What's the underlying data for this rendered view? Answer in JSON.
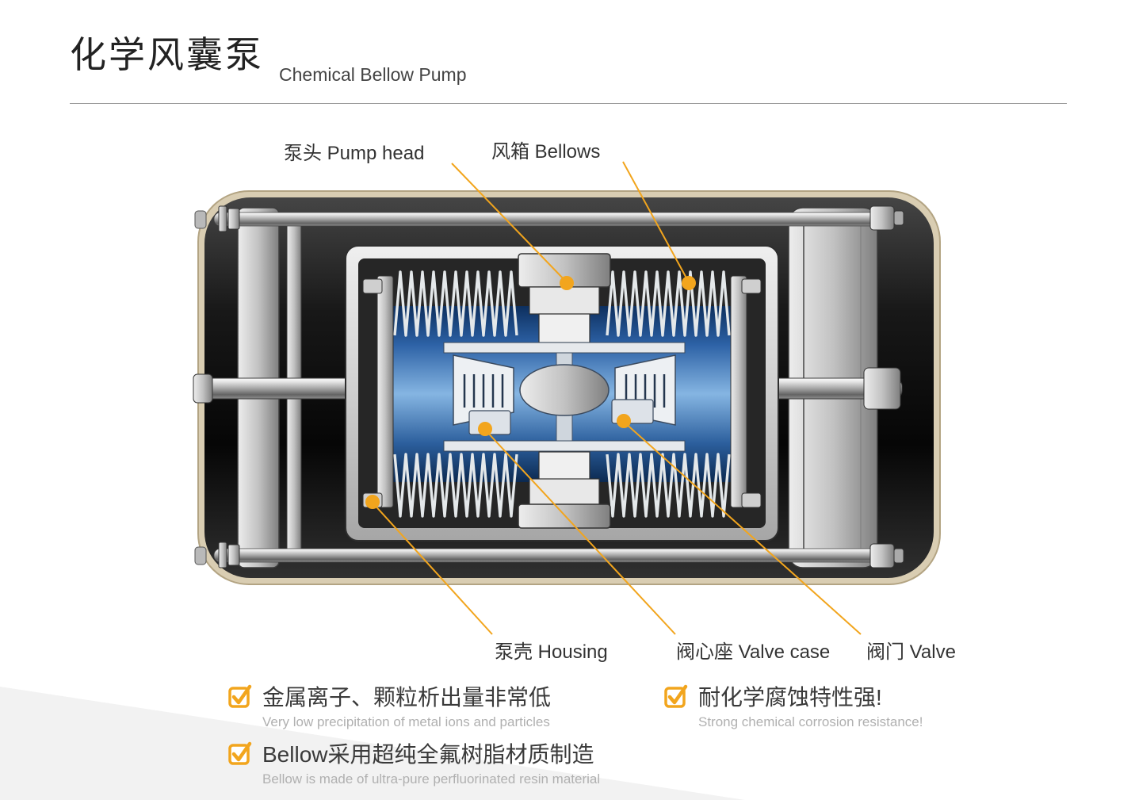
{
  "header": {
    "title_zh": "化学风囊泵",
    "title_en": "Chemical Bellow Pump"
  },
  "diagram": {
    "labels": {
      "pump_head": "泵头 Pump head",
      "bellows": "风箱 Bellows",
      "housing": "泵壳 Housing",
      "valve_case": "阀心座 Valve case",
      "valve": "阀门 Valve"
    }
  },
  "features": [
    {
      "zh": "金属离子、颗粒析出量非常低",
      "en": "Very low precipitation of metal ions and particles"
    },
    {
      "zh": "耐化学腐蚀特性强!",
      "en": "Strong chemical corrosion resistance!"
    },
    {
      "zh": "Bellow采用超纯全氟树脂材质制造",
      "en": "Bellow is made of ultra-pure perfluorinated resin material"
    }
  ],
  "colors": {
    "accent": "#f2a51d",
    "title_text": "#222222",
    "label_text": "#333333",
    "feature_en_text": "#b0b0b0",
    "blue_chamber": "#85b5e2",
    "housing_rim": "#d9cdb2"
  }
}
